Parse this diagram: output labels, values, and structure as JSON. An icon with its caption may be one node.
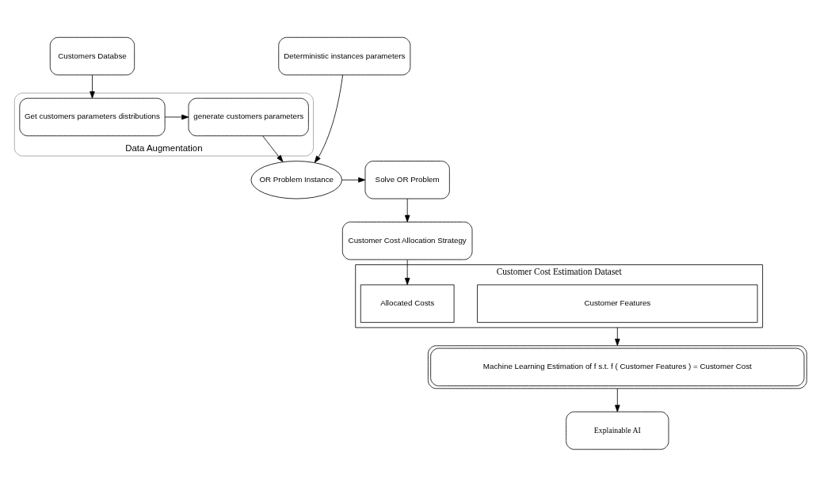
{
  "diagram": {
    "nodes": [
      {
        "text": [
          "Customers Databse"
        ]
      },
      {
        "text": [
          "Deterministic instances parameters"
        ]
      },
      {
        "text": [
          "Data Augmentation"
        ]
      },
      {
        "text": [
          "Get customers parameters distributions"
        ],
        "in": 2
      },
      {
        "text": [
          "generate customers parameters"
        ],
        "in": 2
      },
      {
        "text": [
          "OR Problem Instance"
        ]
      },
      {
        "text": [
          "Solve OR Problem"
        ]
      },
      {
        "text": [
          "Customer Cost Allocation Strategy"
        ]
      },
      {
        "text": [
          "Customer Cost Estimation Dataset"
        ]
      },
      {
        "text": [
          "Customer Features"
        ],
        "in": 8
      },
      {
        "text": [
          "Allocated Costs"
        ],
        "in": 8
      },
      {
        "text": [
          "Machine Learning Estimation of f s.t. f ( Customer Features ) = Customer Cost"
        ]
      },
      {
        "text": [
          "Explainable AI"
        ]
      }
    ],
    "edges": [
      {
        "from": 0,
        "to": 3,
        "arrow": "to"
      },
      {
        "from": 3,
        "to": 4,
        "arrow": "to"
      },
      {
        "from": 1,
        "to": 5,
        "arrow": "to"
      },
      {
        "from": 4,
        "to": 5,
        "arrow": "to"
      },
      {
        "from": 5,
        "to": 6,
        "arrow": "to"
      },
      {
        "from": 6,
        "to": 7,
        "arrow": "to"
      },
      {
        "from": 7,
        "to": 10,
        "arrow": "to"
      },
      {
        "from": 8,
        "to": 11,
        "arrow": "to"
      },
      {
        "from": 11,
        "to": 12,
        "arrow": "to"
      }
    ]
  }
}
